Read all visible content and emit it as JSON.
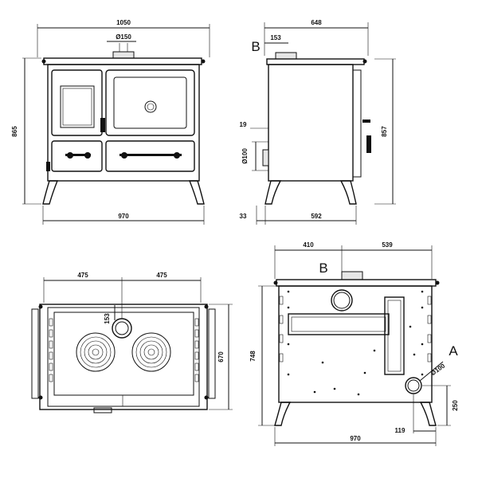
{
  "front_view": {
    "overall_width": "1050",
    "flue_diameter": "Ø150",
    "overall_height": "865",
    "body_width": "970"
  },
  "side_view": {
    "depth": "648",
    "flue_offset": "153",
    "label_b": "B",
    "dim_19": "19",
    "dim_d100": "Ø100",
    "height": "857",
    "leg_offset": "33",
    "body_depth": "592"
  },
  "top_view": {
    "left_half": "475",
    "right_half": "475",
    "dim_153": "153",
    "depth": "670"
  },
  "back_view": {
    "left_width": "410",
    "right_width": "539",
    "label_b": "B",
    "label_a": "A",
    "dim_d100": "Ø100",
    "height": "748",
    "outlet_height": "250",
    "outlet_offset": "119",
    "width": "970"
  }
}
